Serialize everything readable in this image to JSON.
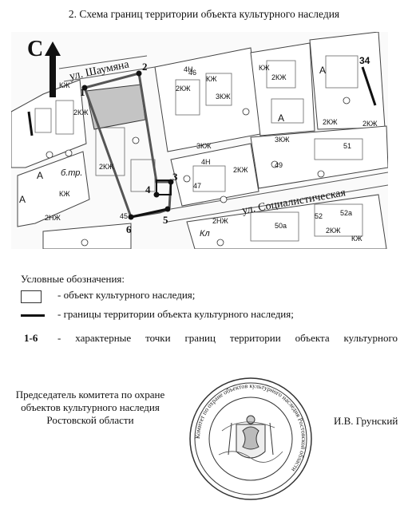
{
  "title": "2. Схема границ территории объекта культурного наследия",
  "map": {
    "north_label": "С",
    "streets": {
      "shaumyana": "ул. Шаумяна",
      "socialisticheskaya": "ул. Социалистическая"
    },
    "block_labels": [
      "КЖ",
      "2КЖ",
      "4Н",
      "2КЖ",
      "КЖ",
      "3КЖ",
      "2КЖ",
      "КЖ",
      "А",
      "34",
      "А",
      "3КЖ",
      "2КЖ",
      "2КЖ",
      "3КЖ",
      "4Н",
      "2КЖ",
      "А",
      "б.тр.",
      "А",
      "КЖ",
      "2НЖ",
      "2КЖ",
      "2НЖ",
      "Кл",
      "50а",
      "52",
      "52а",
      "КЖ",
      "2КЖ",
      "49",
      "51",
      "45",
      "46",
      "47"
    ],
    "point_labels": [
      "1",
      "2",
      "3",
      "4",
      "5",
      "6"
    ]
  },
  "legend": {
    "heading": "Условные обозначения:",
    "object": "- объект культурного наследия;",
    "boundary": "- границы территории объекта культурного наследия;",
    "points_num": "1-6",
    "points_text": "- характерные точки границ территории объекта культурного"
  },
  "signature": {
    "chair": "Председатель комитета по охране объектов культурного наследия Ростовской области",
    "name": "И.В. Грунский"
  },
  "seal": {
    "ring_text": "Комитет по охране объектов культурного наследия Ростовской области"
  }
}
